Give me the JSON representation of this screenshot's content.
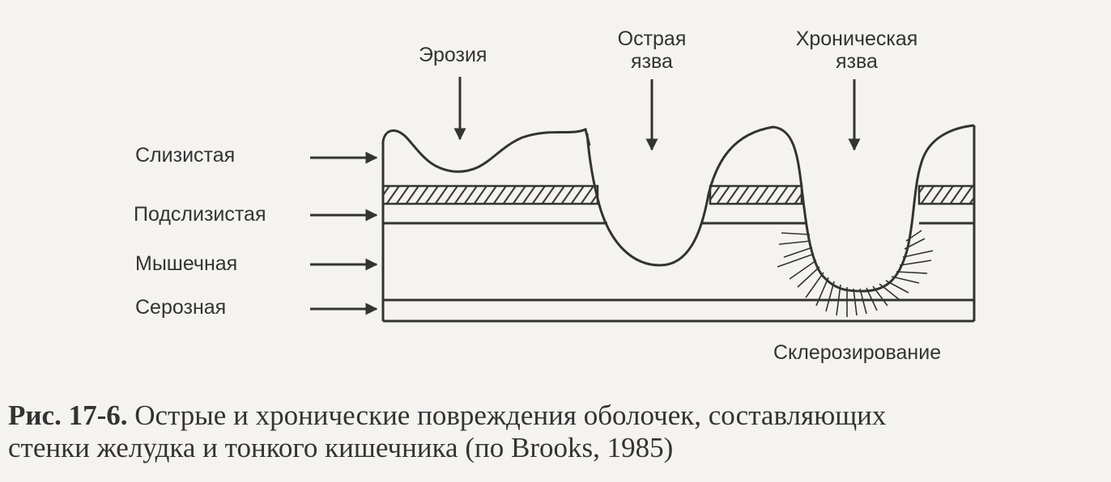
{
  "labels": {
    "erosion": "Эрозия",
    "acute_ulcer_line1": "Острая",
    "acute_ulcer_line2": "язва",
    "chronic_ulcer_line1": "Хроническая",
    "chronic_ulcer_line2": "язва",
    "mucosa": "Слизистая",
    "submucosa": "Подслизистая",
    "muscular": "Мышечная",
    "serosa": "Серозная",
    "sclerosis": "Склерозирование"
  },
  "caption": {
    "figure_number": "Рис. 17-6.",
    "line1": "Острые и хронические повреждения оболочек, составляющих",
    "line2": "стенки желудка и тонкого кишечника (по Brooks, 1985)"
  },
  "colors": {
    "ink": "#333333",
    "paper": "#f4f3ef"
  }
}
